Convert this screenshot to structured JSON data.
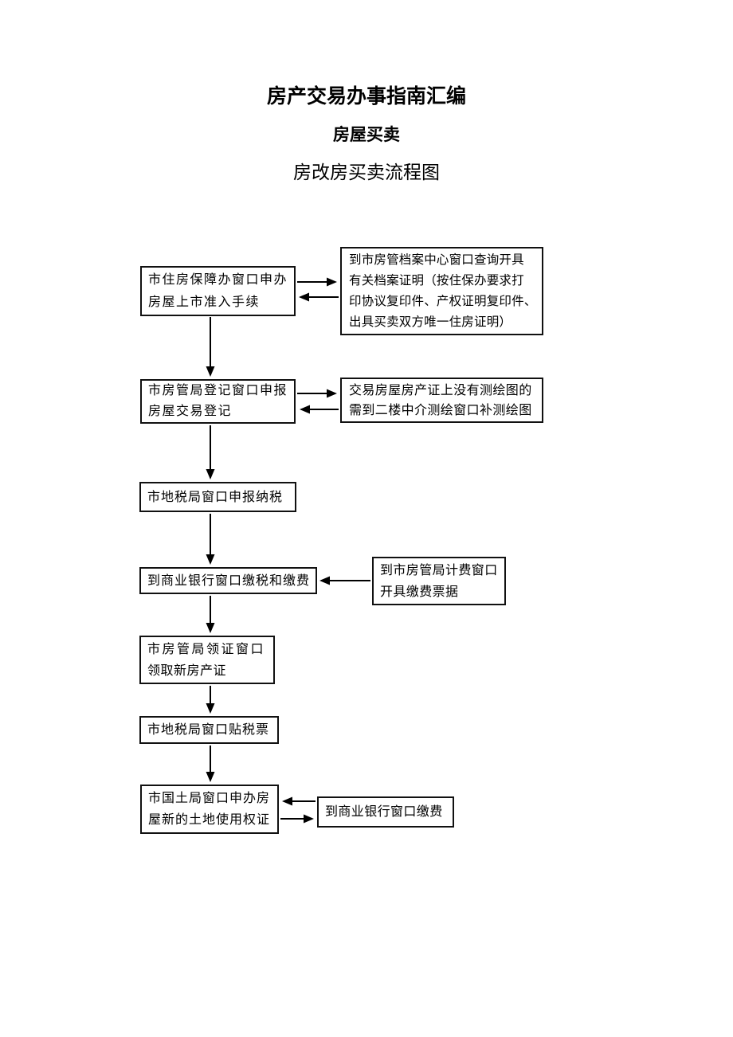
{
  "header": {
    "title": "房产交易办事指南汇编",
    "subtitle": "房屋买卖",
    "diagram_title": "房改房买卖流程图"
  },
  "flowchart": {
    "boxes": [
      {
        "name": "housing-security-office",
        "lines": [
          "市住房保障办窗口申办",
          "房屋上市准入手续"
        ]
      },
      {
        "name": "archives-center",
        "lines": [
          "到市房管档案中心窗口查询开具",
          "有关档案证明（按住保办要求打",
          "印协议复印件、产权证明复印件、",
          "出具买卖双方唯一住房证明）"
        ]
      },
      {
        "name": "registration-window",
        "lines": [
          "市房管局登记窗口申报",
          "房屋交易登记"
        ]
      },
      {
        "name": "surveying-window",
        "lines": [
          "交易房屋房产证上没有测绘图的",
          "需到二楼中介测绘窗口补测绘图"
        ]
      },
      {
        "name": "tax-declaration",
        "lines": [
          "市地税局窗口申报纳税"
        ]
      },
      {
        "name": "bank-pay-tax-and-fee",
        "lines": [
          "到商业银行窗口缴税和缴费"
        ]
      },
      {
        "name": "fee-calculation-window",
        "lines": [
          "到市房管局计费窗口",
          "开具缴费票据"
        ]
      },
      {
        "name": "certificate-collection",
        "lines": [
          "市房管局领证窗口",
          "领取新房产证"
        ]
      },
      {
        "name": "tax-stamp-window",
        "lines": [
          "市地税局窗口贴税票"
        ]
      },
      {
        "name": "land-bureau-window",
        "lines": [
          "市国土局窗口申办房",
          "屋新的土地使用权证"
        ]
      },
      {
        "name": "bank-pay-fee",
        "lines": [
          "到商业银行窗口缴费"
        ]
      }
    ],
    "connections": [
      {
        "from": "housing-security-office",
        "to": "archives-center",
        "type": "bidirectional"
      },
      {
        "from": "housing-security-office",
        "to": "registration-window",
        "type": "down"
      },
      {
        "from": "registration-window",
        "to": "surveying-window",
        "type": "bidirectional"
      },
      {
        "from": "registration-window",
        "to": "tax-declaration",
        "type": "down"
      },
      {
        "from": "tax-declaration",
        "to": "bank-pay-tax-and-fee",
        "type": "down"
      },
      {
        "from": "fee-calculation-window",
        "to": "bank-pay-tax-and-fee",
        "type": "left"
      },
      {
        "from": "bank-pay-tax-and-fee",
        "to": "certificate-collection",
        "type": "down"
      },
      {
        "from": "certificate-collection",
        "to": "tax-stamp-window",
        "type": "down"
      },
      {
        "from": "tax-stamp-window",
        "to": "land-bureau-window",
        "type": "down"
      },
      {
        "from": "land-bureau-window",
        "to": "bank-pay-fee",
        "type": "bidirectional"
      }
    ],
    "colors": {
      "line": "#000000",
      "border": "#111111",
      "text": "#000000",
      "background": "#ffffff"
    }
  }
}
